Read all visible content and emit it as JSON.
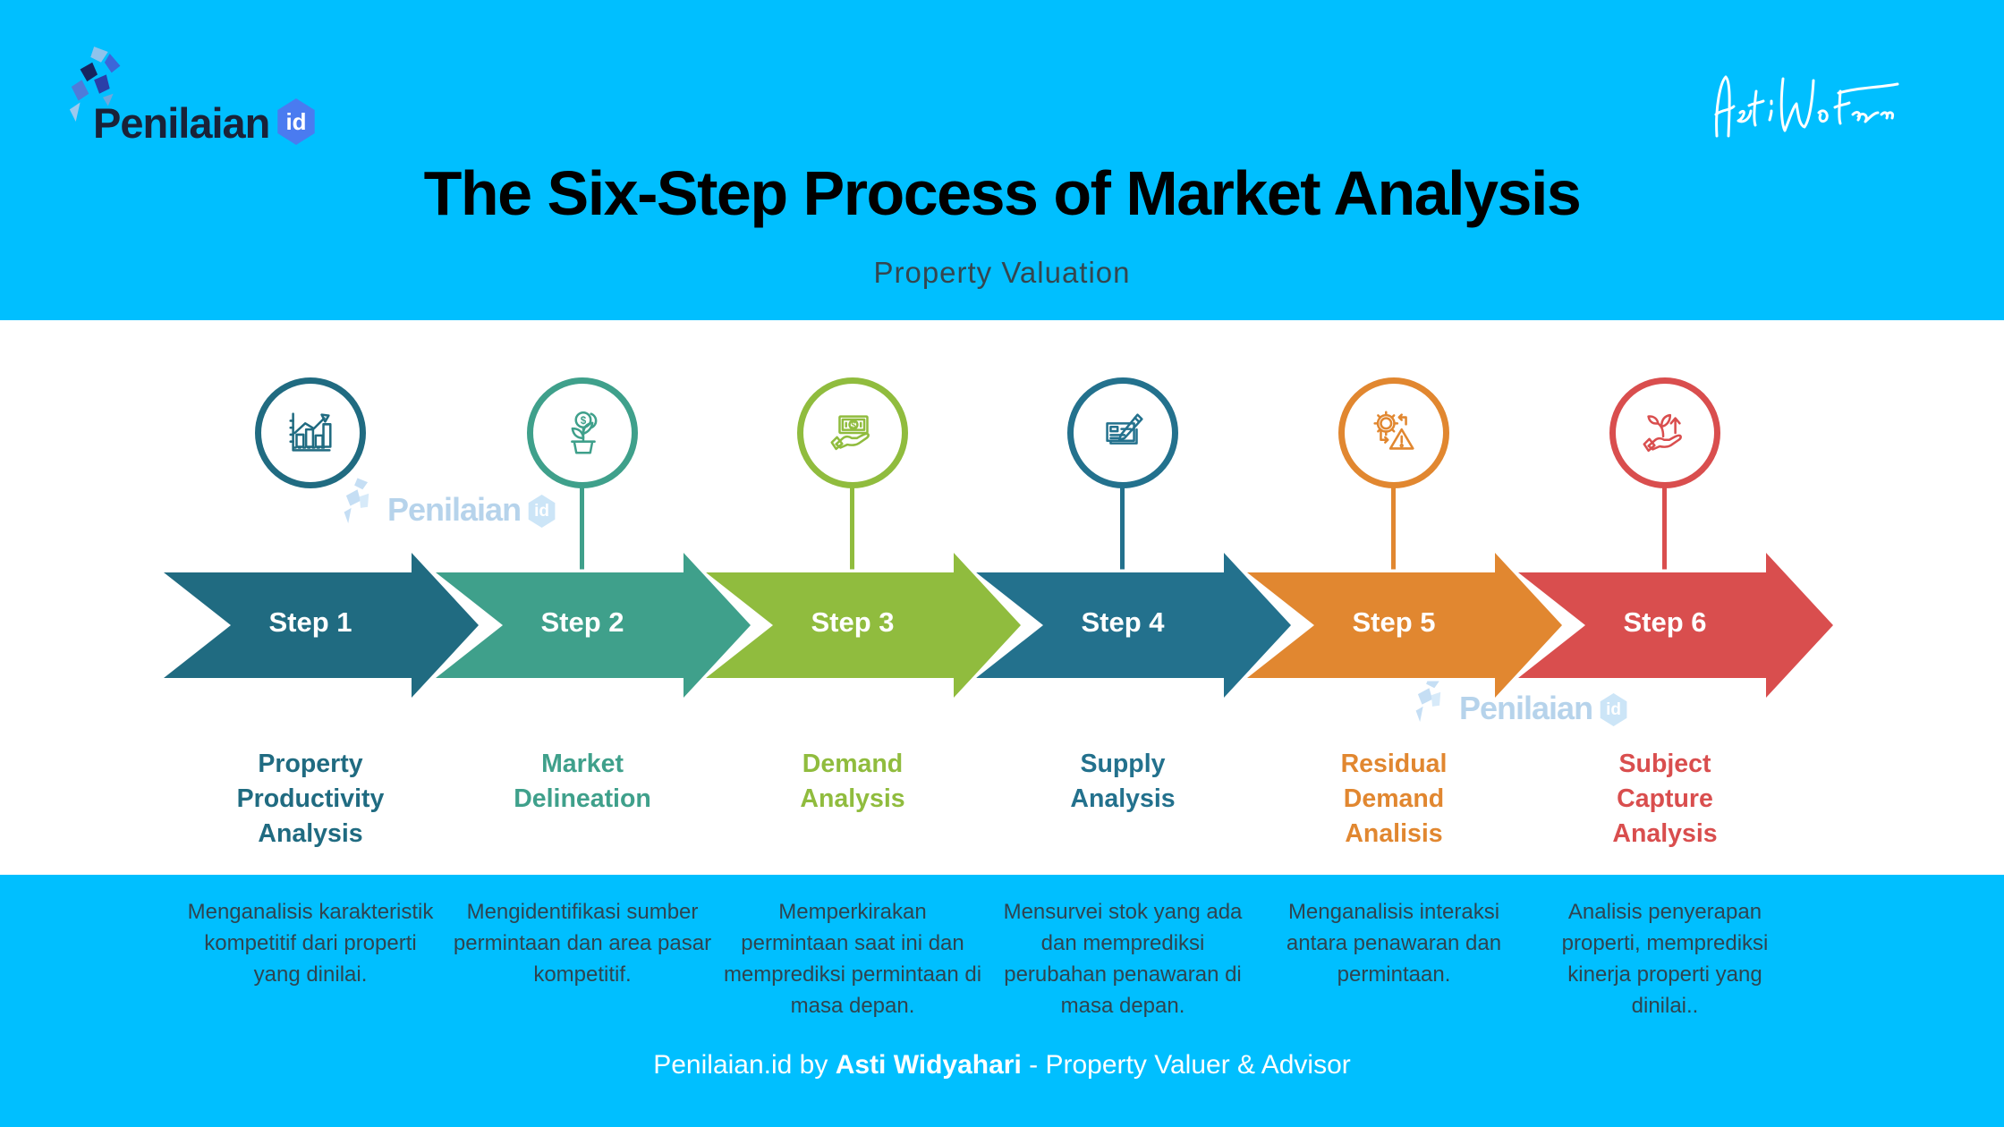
{
  "page": {
    "accent_color": "#00BFFF",
    "background_color": "#FFFFFF"
  },
  "brand": {
    "name": "Penilaian",
    "badge": "id"
  },
  "signature_name": "Asti Widyahari",
  "header": {
    "title": "The Six-Step Process of Market Analysis",
    "subtitle": "Property Valuation"
  },
  "steps": [
    {
      "label": "Step 1",
      "color": "#206B81",
      "icon": "bar-chart-growth-icon",
      "title": "Property\nProductivity\nAnalysis",
      "description": "Menganalisis karakteristik kompetitif dari properti yang dinilai."
    },
    {
      "label": "Step 2",
      "color": "#3FA08B",
      "icon": "money-plant-icon",
      "title": "Market\nDelineation",
      "description": "Mengidentifikasi sumber permintaan dan area pasar kompetitif."
    },
    {
      "label": "Step 3",
      "color": "#90BC3E",
      "icon": "money-in-hand-icon",
      "title": "Demand\nAnalysis",
      "description": "Memperkirakan permintaan saat ini dan memprediksi permintaan di masa depan."
    },
    {
      "label": "Step 4",
      "color": "#23718D",
      "icon": "check-writing-icon",
      "title": "Supply\nAnalysis",
      "description": "Mensurvei stok yang ada dan memprediksi perubahan penawaran di masa depan."
    },
    {
      "label": "Step 5",
      "color": "#E18730",
      "icon": "gear-warning-icon",
      "title": "Residual\nDemand\nAnalisis",
      "description": "Menganalisis interaksi antara penawaran dan permintaan."
    },
    {
      "label": "Step 6",
      "color": "#D94E4E",
      "icon": "growth-in-hand-icon",
      "title": "Subject\nCapture\nAnalysis",
      "description": "Analisis penyerapan properti, memprediksi kinerja properti yang dinilai.."
    }
  ],
  "watermark": {
    "name": "Penilaian",
    "badge": "id"
  },
  "footer": {
    "prefix": "Penilaian.id by ",
    "name": "Asti Widyahari",
    "suffix": " - Property Valuer & Advisor"
  }
}
